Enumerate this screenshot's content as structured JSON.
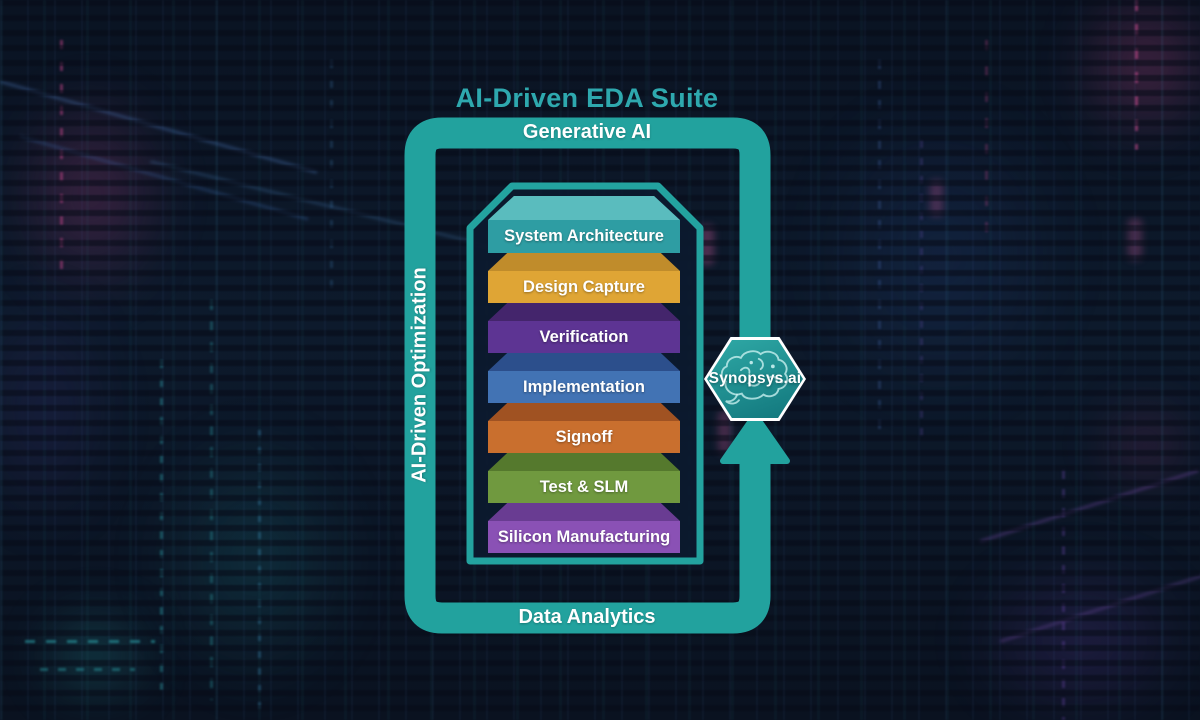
{
  "title": {
    "text": "AI-Driven EDA Suite",
    "color": "#2ea8ae"
  },
  "loop": {
    "color": "#22a29e",
    "top_label": "Generative AI",
    "left_label": "AI-Driven Optimization",
    "bottom_label": "Data Analytics"
  },
  "badge": {
    "label": "Synopsys.ai",
    "icon": "brain-icon",
    "fill_top": "#2fa9a6",
    "fill_bottom": "#11767c",
    "border_color": "#ffffff"
  },
  "chip": {
    "outline_color": "#23a39f",
    "fill_color": "#0c1a2e"
  },
  "stack": {
    "stages": [
      {
        "label": "System Architecture",
        "front_color": "#2e9da3",
        "top_color": "#5abcbe"
      },
      {
        "label": "Design Capture",
        "front_color": "#dfa535",
        "top_color": "#c08c2b"
      },
      {
        "label": "Verification",
        "front_color": "#5d3493",
        "top_color": "#44256c"
      },
      {
        "label": "Implementation",
        "front_color": "#4273b4",
        "top_color": "#2c4f8c"
      },
      {
        "label": "Signoff",
        "front_color": "#c96f2e",
        "top_color": "#a05222"
      },
      {
        "label": "Test & SLM",
        "front_color": "#70993f",
        "top_color": "#55792d"
      },
      {
        "label": "Silicon Manufacturing",
        "front_color": "#8a51b5",
        "top_color": "#693c92"
      }
    ]
  }
}
